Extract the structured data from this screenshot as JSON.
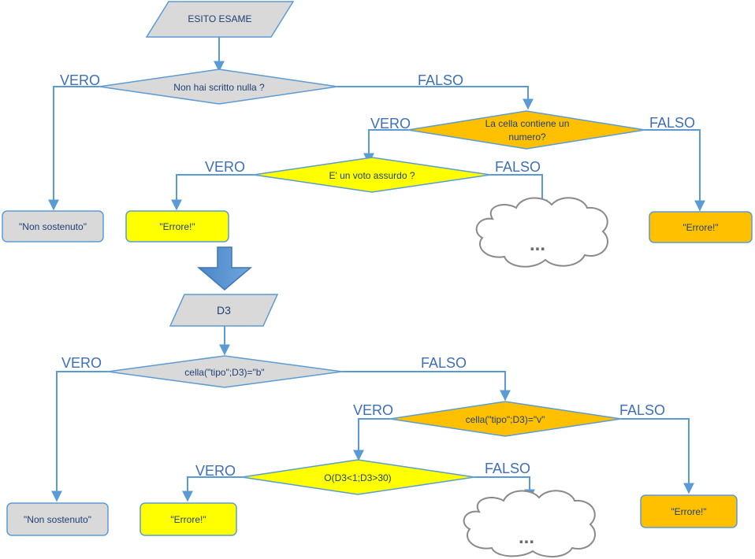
{
  "top": {
    "start": "ESITO ESAME",
    "q1": "Non hai scritto nulla ?",
    "q2_line1": "La cella contiene un",
    "q2_line2": "numero?",
    "q3": "E' un voto assurdo ?",
    "out_non_sostenuto": "\"Non  sostenuto\"",
    "out_errore_yellow": "\"Errore!\"",
    "out_errore_orange": "\"Errore!\"",
    "ellipsis": "...",
    "labels": {
      "q1_true": "VERO",
      "q1_false": "FALSO",
      "q2_true": "VERO",
      "q2_false": "FALSO",
      "q3_true": "VERO",
      "q3_false": "FALSO"
    }
  },
  "bottom": {
    "start": "D3",
    "q1": "cella(\"tipo\";D3)=\"b\"",
    "q2": "cella(\"tipo\";D3)=\"v\"",
    "q3": "O(D3<1;D3>30)",
    "out_non_sostenuto": "\"Non  sostenuto\"",
    "out_errore_yellow": "\"Errore!\"",
    "out_errore_orange": "\"Errore!\"",
    "ellipsis": "...",
    "labels": {
      "q1_true": "VERO",
      "q1_false": "FALSO",
      "q2_true": "VERO",
      "q2_false": "FALSO",
      "q3_true": "VERO",
      "q3_false": "FALSO"
    }
  },
  "colors": {
    "gray_fill": "#d9d9d9",
    "orange_fill": "#ffc000",
    "yellow_fill": "#ffff00",
    "stroke_blue": "#5b9bd5",
    "text_blue": "#1f3f73"
  }
}
